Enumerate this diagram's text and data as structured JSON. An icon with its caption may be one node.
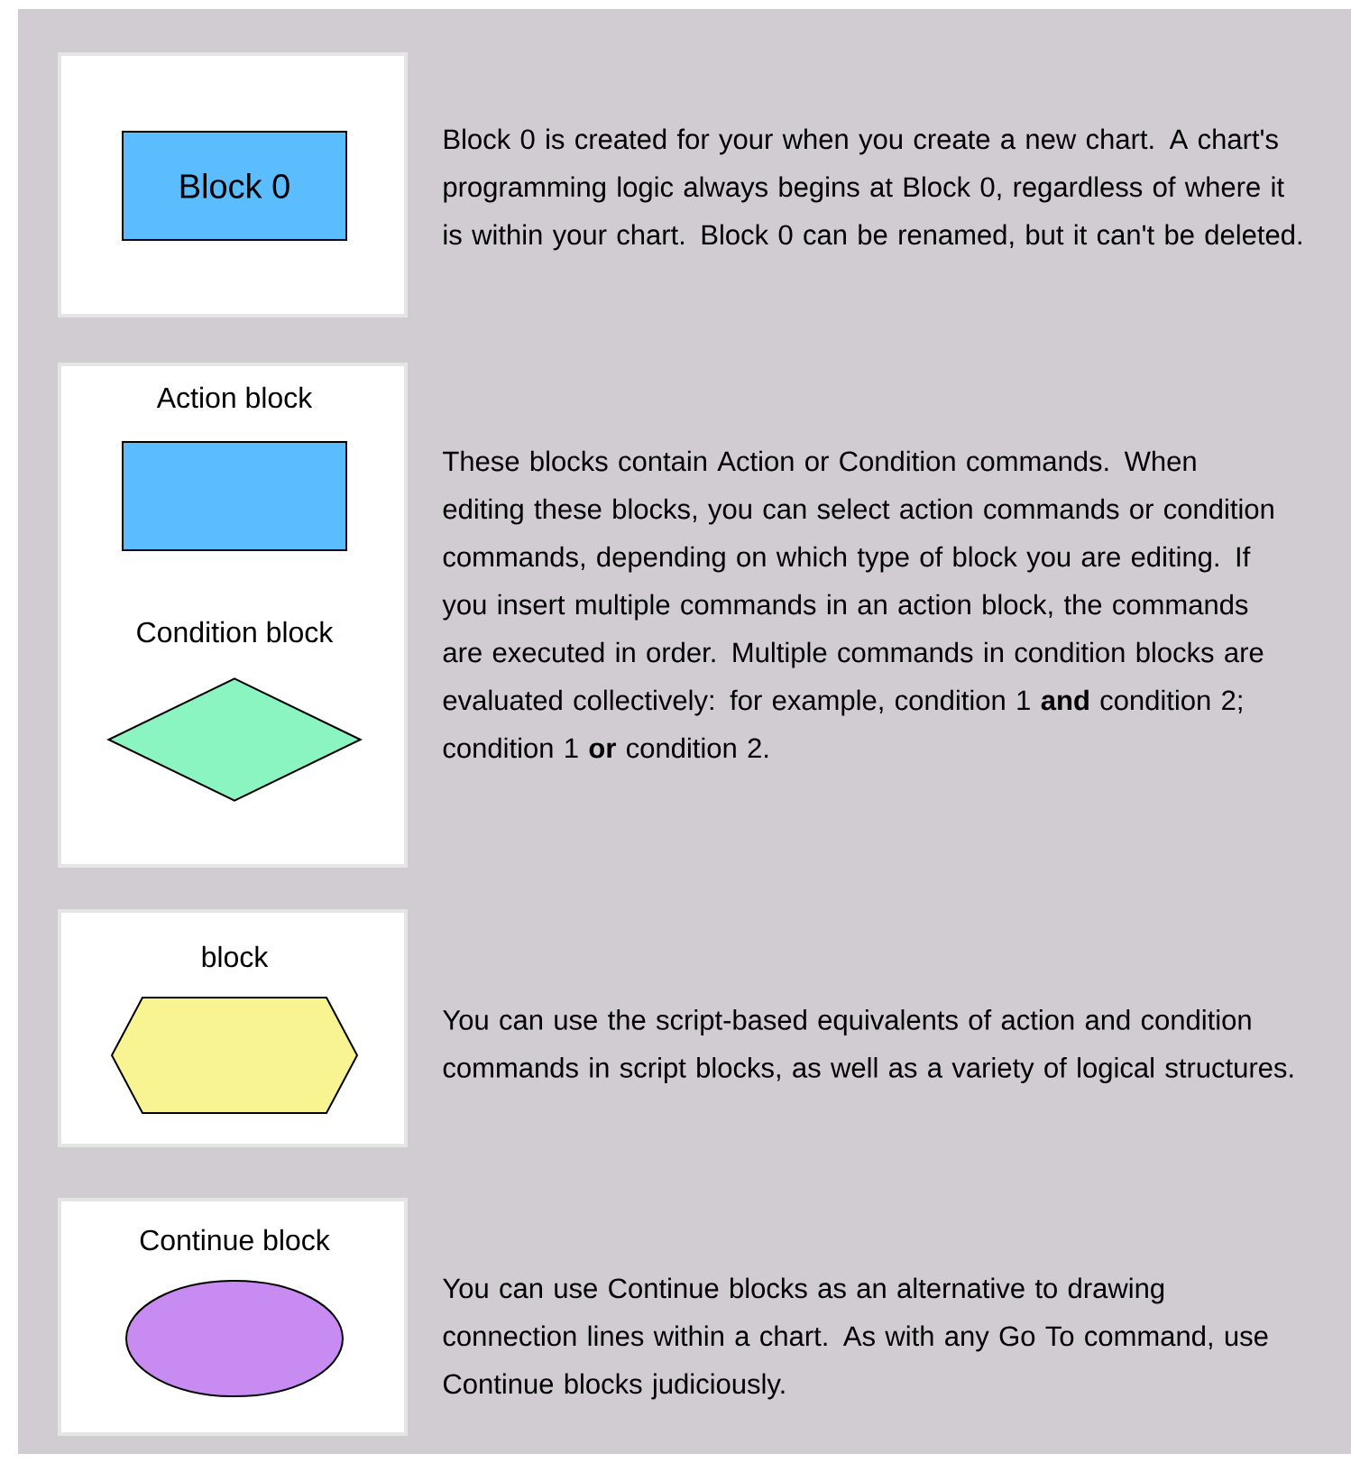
{
  "diagram": {
    "nodes": [
      {
        "text": [
          "Block 0"
        ]
      },
      {
        "text": [
          "Action block"
        ]
      },
      {
        "text": [
          "Condition block"
        ]
      },
      {
        "text": [
          "block"
        ]
      },
      {
        "text": [
          "Continue block"
        ]
      }
    ],
    "labels": [
      "Block 0 is created for your when you create a new chart. A chart's programming logic always begins at Block 0, regardless of where it is within your chart. Block 0 can be renamed, but it can't be deleted.",
      "These blocks contain Action or Condition commands. When editing these blocks, you can select action commands or condition commands, depending on which type of block you are editing. If you insert multiple commands in an action block, the commands are executed in order. Multiple commands in condition blocks are evaluated collectively: for example, condition 1 **and** condition 2; condition 1 **or** condition 2.",
      "You can use the script-based equivalents of action and condition commands in script blocks, as well as a variety of logical structures.",
      "You can use Continue blocks as an alternative to drawing connection lines within a chart. As with any Go To command, use Continue blocks judiciously."
    ]
  }
}
